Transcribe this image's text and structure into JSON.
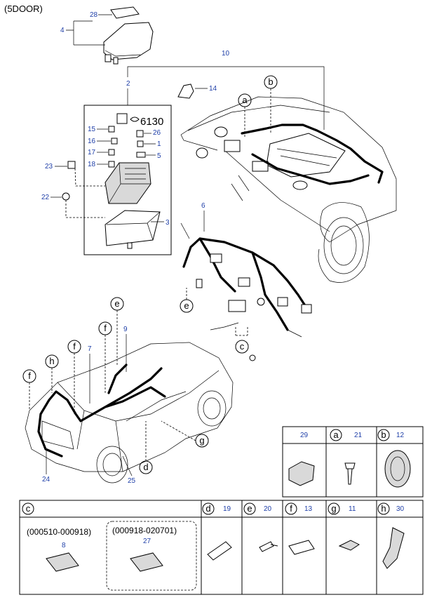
{
  "header": {
    "variant": "(5DOOR)"
  },
  "part_numbers": {
    "p1": "1",
    "p2": "2",
    "p3": "3",
    "p4": "4",
    "p5": "5",
    "p6": "6",
    "p7": "7",
    "p8": "8",
    "p9": "9",
    "p10": "10",
    "p11": "11",
    "p12": "12",
    "p13": "13",
    "p14": "14",
    "p15": "15",
    "p16": "16",
    "p17": "17",
    "p18": "18",
    "p19": "19",
    "p20": "20",
    "p21": "21",
    "p22": "22",
    "p23": "23",
    "p24": "24",
    "p25": "25",
    "p26": "26",
    "p27": "27",
    "p28": "28",
    "p29": "29",
    "p30": "30"
  },
  "relay_label": "6130",
  "callouts": {
    "a": "a",
    "b": "b",
    "c": "c",
    "d": "d",
    "e": "e",
    "f": "f",
    "g": "g",
    "h": "h"
  },
  "legend": {
    "c_range_1": "(000510-000918)",
    "c_range_2": "(000918-020701)"
  }
}
